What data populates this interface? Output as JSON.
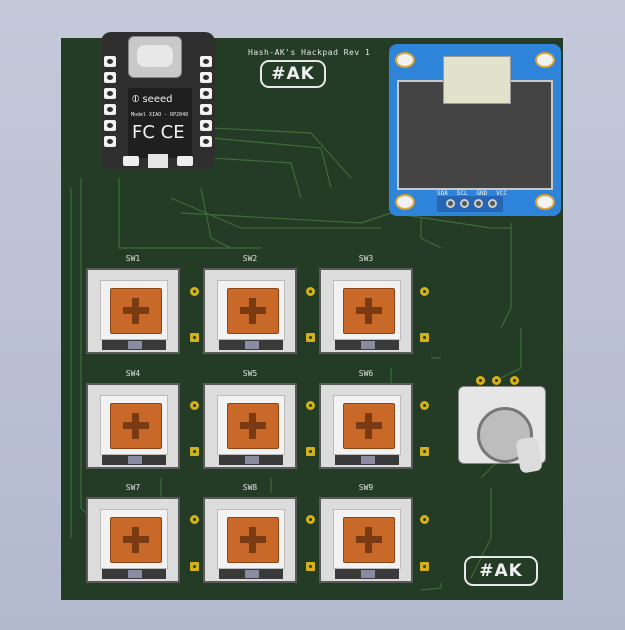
{
  "board": {
    "title": "Hash-AK's Hackpad Rev 1",
    "logo_top": "#AK",
    "logo_bottom": "#AK",
    "colors": {
      "pcb": "#243b25",
      "trace": "#3f6b3a",
      "silkscreen": "#e6e6e6",
      "pad": "#d4b11a",
      "switch_stem": "#c8692a",
      "oled": "#2e84d8",
      "background": "#b9bfd1"
    }
  },
  "mcu": {
    "brand": "seeed",
    "model": "Model XIAO - RP2040",
    "cert": "FC CE"
  },
  "switches": [
    {
      "label": "SW1"
    },
    {
      "label": "SW2"
    },
    {
      "label": "SW3"
    },
    {
      "label": "SW4"
    },
    {
      "label": "SW5"
    },
    {
      "label": "SW6"
    },
    {
      "label": "SW7"
    },
    {
      "label": "SW8"
    },
    {
      "label": "SW9"
    }
  ],
  "oled": {
    "pins": [
      "VCC",
      "GND",
      "SCL",
      "SDA"
    ]
  },
  "encoder": {
    "icon": "rotary-encoder-icon"
  }
}
